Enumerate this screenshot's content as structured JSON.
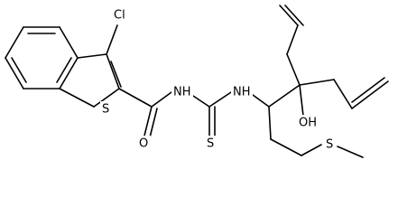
{
  "atom_labels": {
    "cl": "Cl",
    "s_ring": "S",
    "o_carbonyl": "O",
    "nh_1": "NH",
    "nh_2": "NH",
    "s_thio": "S",
    "oh": "OH",
    "s_ether": "S"
  },
  "colors": {
    "bond": "#000000",
    "text": "#000000",
    "background": "#ffffff"
  }
}
